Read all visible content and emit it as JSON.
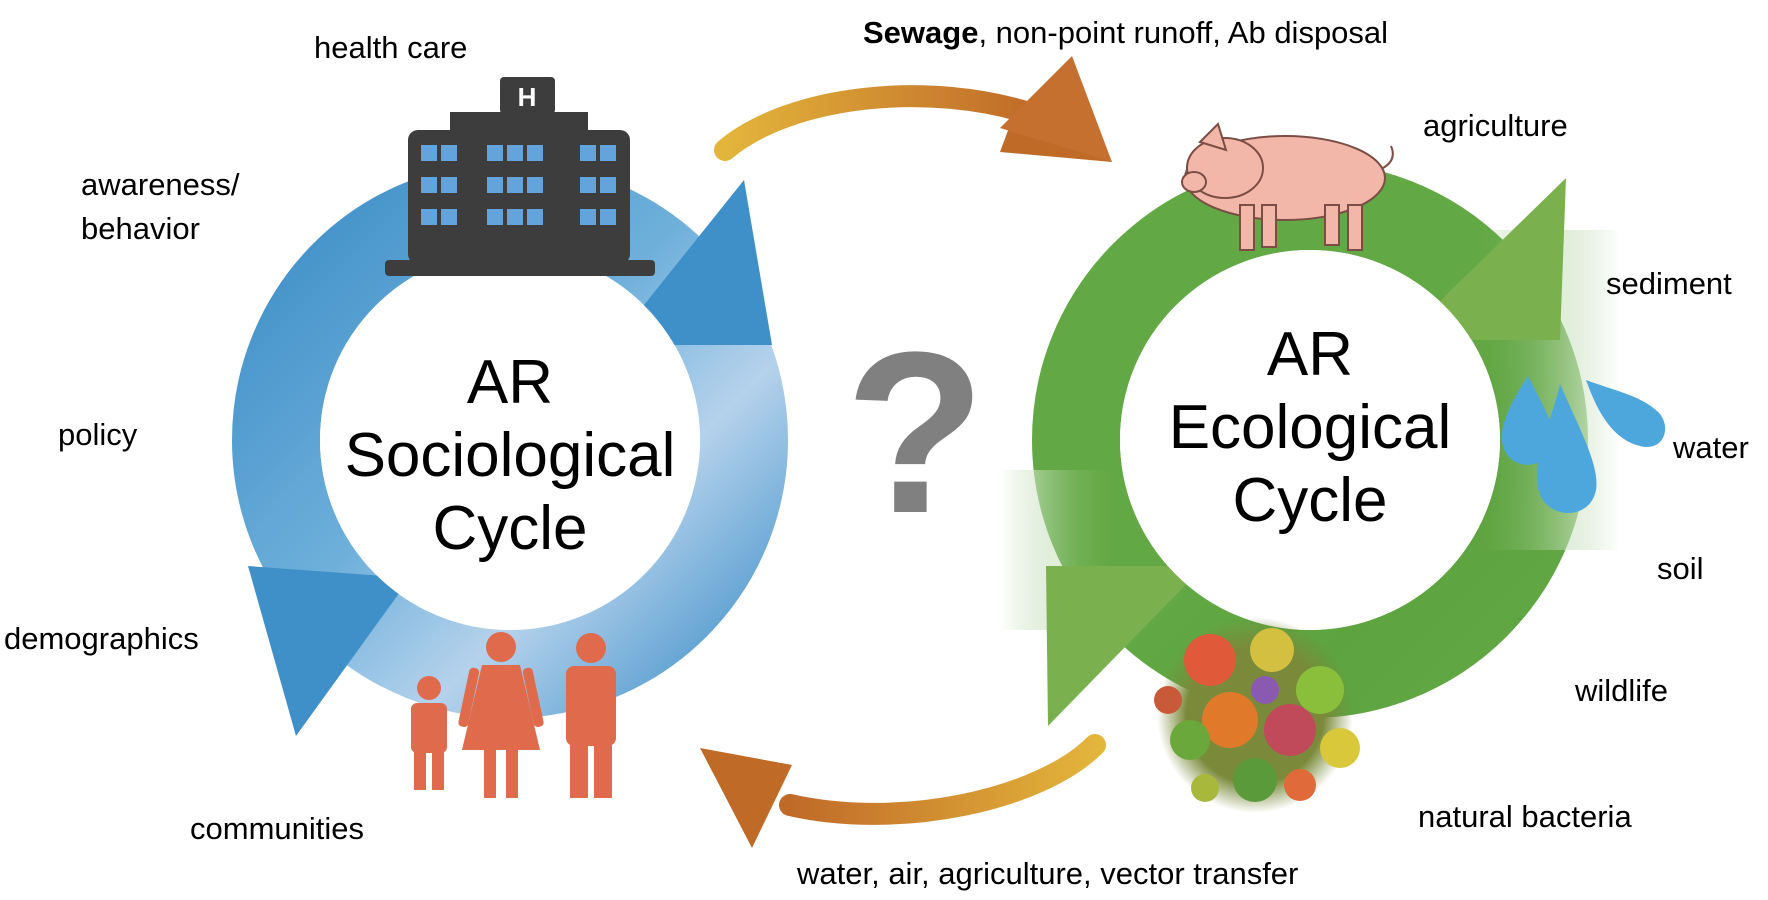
{
  "sociological": {
    "title_lines": [
      "AR",
      "Sociological",
      "Cycle"
    ],
    "labels": {
      "health_care": "health care",
      "awareness_line1": "awareness/",
      "awareness_line2": "behavior",
      "policy": "policy",
      "demographics": "demographics",
      "communities": "communities"
    },
    "color": "#3f8fc8"
  },
  "ecological": {
    "title_lines": [
      "AR",
      "Ecological",
      "Cycle"
    ],
    "labels": {
      "agriculture": "agriculture",
      "sediment": "sediment",
      "water": "water",
      "soil": "soil",
      "wildlife": "wildlife",
      "natural_bacteria": "natural bacteria"
    },
    "color": "#62a844"
  },
  "transfer": {
    "top_bold": "Sewage",
    "top_rest": ", non-point runoff, Ab disposal",
    "bottom": "water, air, agriculture, vector transfer",
    "arrow_colors": [
      "#e0b43a",
      "#c8772a"
    ]
  },
  "center": {
    "question": "?"
  },
  "icons": {
    "hospital": "hospital-icon",
    "hospital_letter": "H",
    "people": "family-people-icon",
    "pig": "pig-icon",
    "water_drops": "water-drops-icon",
    "bacteria": "bacteria-cluster-icon"
  }
}
